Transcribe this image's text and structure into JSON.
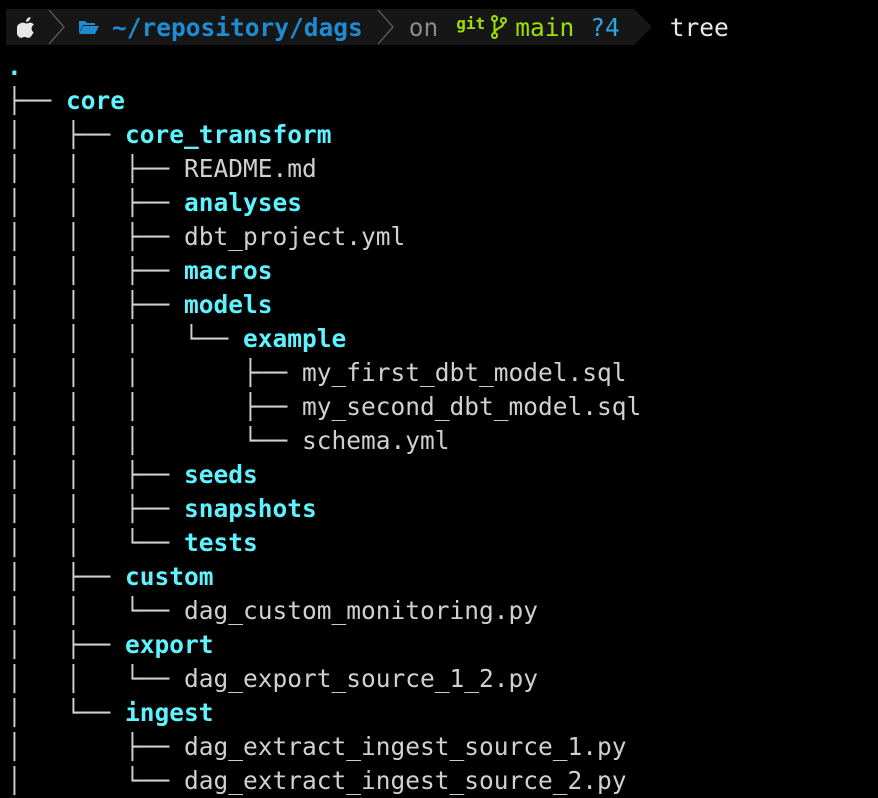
{
  "prompt": {
    "path": "~/repository/dags",
    "on_label": "on",
    "git_label": "git",
    "branch": "main",
    "status": "?4",
    "command": "tree",
    "colors": {
      "segment_bg": "#161616",
      "path": "#1e8bd3",
      "branch": "#9ee000",
      "status": "#2aa7e6"
    },
    "icons": [
      "apple-icon",
      "folder-icon",
      "git-icon",
      "branch-icon"
    ]
  },
  "tree": {
    "colors": {
      "directory": "#5ff2ff",
      "file": "#d0d0d0"
    },
    "lines": [
      {
        "prefix": "",
        "name": ".",
        "type": "root"
      },
      {
        "prefix": "├── ",
        "name": "core",
        "type": "dir"
      },
      {
        "prefix": "│   ├── ",
        "name": "core_transform",
        "type": "dir"
      },
      {
        "prefix": "│   │   ├── ",
        "name": "README.md",
        "type": "file"
      },
      {
        "prefix": "│   │   ├── ",
        "name": "analyses",
        "type": "dir"
      },
      {
        "prefix": "│   │   ├── ",
        "name": "dbt_project.yml",
        "type": "file"
      },
      {
        "prefix": "│   │   ├── ",
        "name": "macros",
        "type": "dir"
      },
      {
        "prefix": "│   │   ├── ",
        "name": "models",
        "type": "dir"
      },
      {
        "prefix": "│   │   │   └── ",
        "name": "example",
        "type": "dir"
      },
      {
        "prefix": "│   │   │       ├── ",
        "name": "my_first_dbt_model.sql",
        "type": "file"
      },
      {
        "prefix": "│   │   │       ├── ",
        "name": "my_second_dbt_model.sql",
        "type": "file"
      },
      {
        "prefix": "│   │   │       └── ",
        "name": "schema.yml",
        "type": "file"
      },
      {
        "prefix": "│   │   ├── ",
        "name": "seeds",
        "type": "dir"
      },
      {
        "prefix": "│   │   ├── ",
        "name": "snapshots",
        "type": "dir"
      },
      {
        "prefix": "│   │   └── ",
        "name": "tests",
        "type": "dir"
      },
      {
        "prefix": "│   ├── ",
        "name": "custom",
        "type": "dir"
      },
      {
        "prefix": "│   │   └── ",
        "name": "dag_custom_monitoring.py",
        "type": "file"
      },
      {
        "prefix": "│   ├── ",
        "name": "export",
        "type": "dir"
      },
      {
        "prefix": "│   │   └── ",
        "name": "dag_export_source_1_2.py",
        "type": "file"
      },
      {
        "prefix": "│   └── ",
        "name": "ingest",
        "type": "dir"
      },
      {
        "prefix": "│       ├── ",
        "name": "dag_extract_ingest_source_1.py",
        "type": "file"
      },
      {
        "prefix": "│       └── ",
        "name": "dag_extract_ingest_source_2.py",
        "type": "file"
      }
    ]
  }
}
